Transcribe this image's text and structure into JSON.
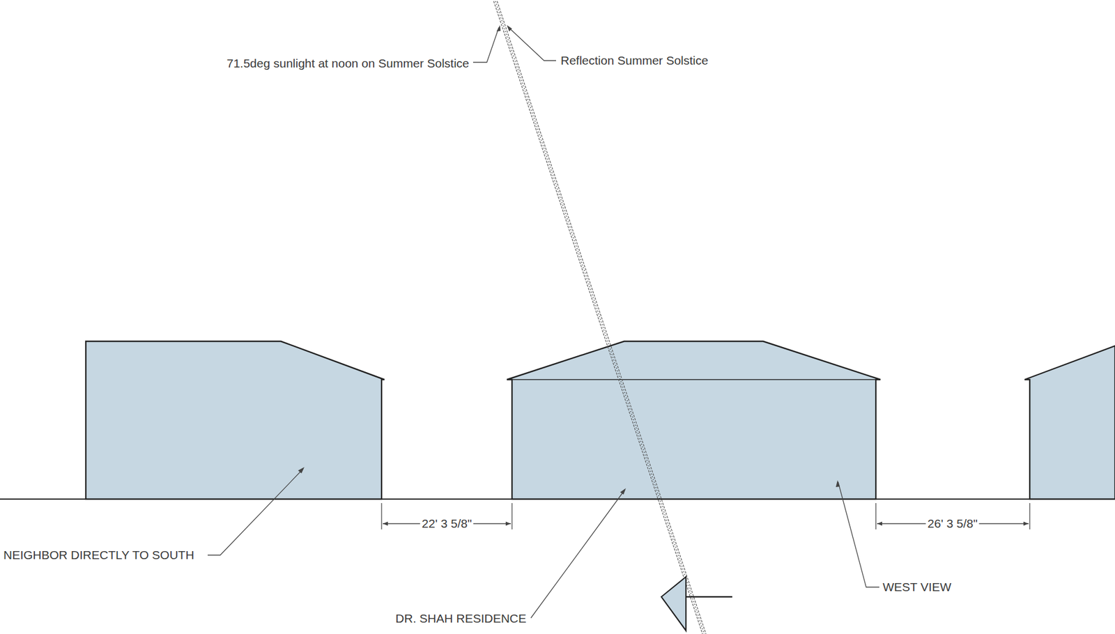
{
  "diagram": {
    "labels": [
      "71.5deg sunlight at noon on Summer Solstice",
      "Reflection Summer Solstice",
      "NEIGHBOR DIRECTLY TO SOUTH",
      "22' 3 5/8\"",
      "26' 3 5/8\"",
      "DR. SHAH RESIDENCE",
      "WEST VIEW"
    ]
  }
}
